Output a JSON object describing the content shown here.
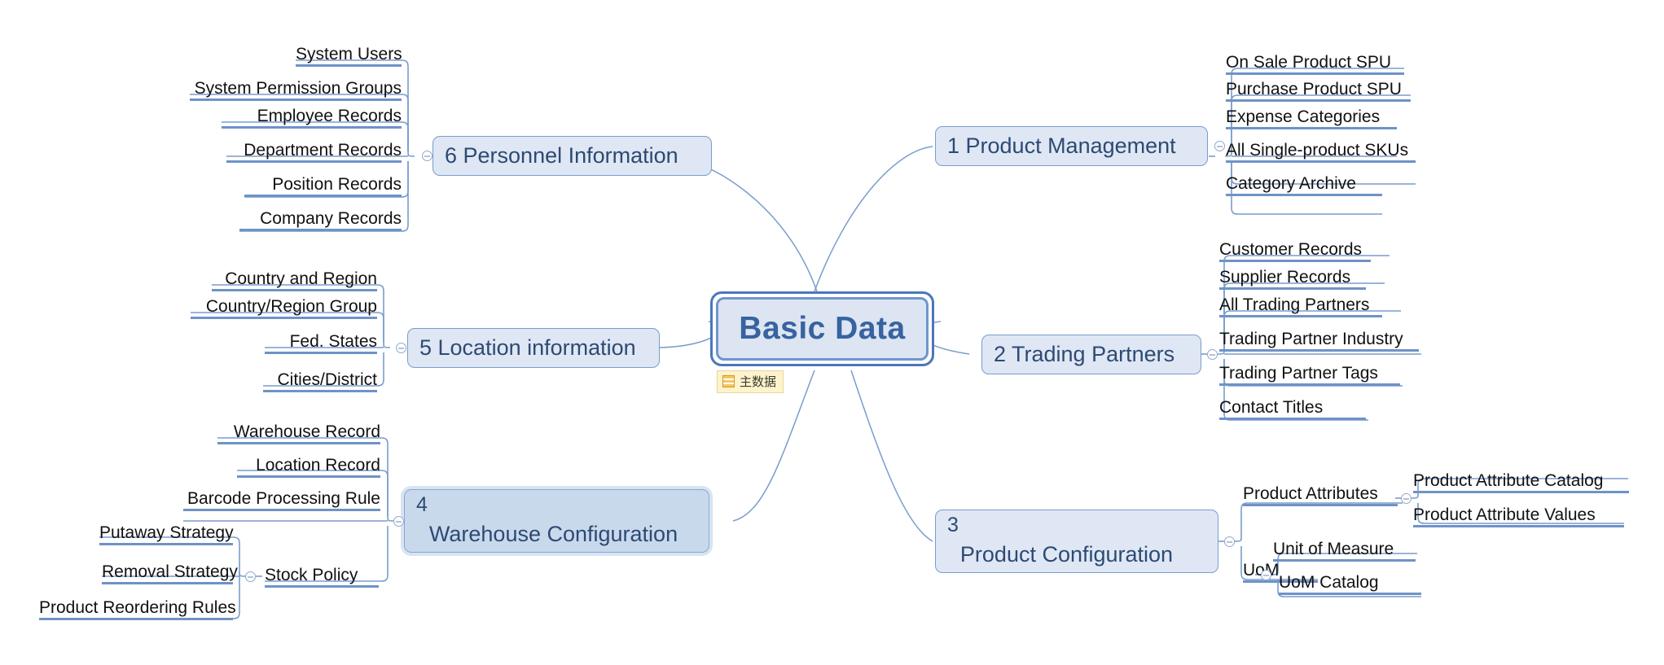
{
  "diagram": {
    "type": "mind-map",
    "title": "Basic Data",
    "background_color": "#ffffff",
    "accent_color": "#6e93c6",
    "node_fill": "#dfe7f4",
    "node_border": "#7a9ccd",
    "node_text_color": "#2d4a73",
    "leaf_text_color": "#111111"
  },
  "root": {
    "label": "Basic Data",
    "note": {
      "text": "主数据",
      "icon": "note-icon",
      "background_color": "#fdf3cc",
      "border_color": "#e6d79a"
    }
  },
  "branches": [
    {
      "id": "product-management",
      "label": "1 Product Management",
      "side": "right",
      "toggle": "collapse-toggle",
      "children": [
        {
          "label": "On Sale Product SPU"
        },
        {
          "label": "Purchase Product SPU"
        },
        {
          "label": "Expense Categories"
        },
        {
          "label": "All Single-product SKUs"
        },
        {
          "label": "Category Archive"
        }
      ]
    },
    {
      "id": "trading-partners",
      "label": "2 Trading Partners",
      "side": "right",
      "toggle": "collapse-toggle",
      "children": [
        {
          "label": "Customer Records"
        },
        {
          "label": "Supplier Records"
        },
        {
          "label": "All Trading Partners"
        },
        {
          "label": "Trading Partner Industry"
        },
        {
          "label": "Trading Partner Tags"
        },
        {
          "label": "Contact Titles"
        }
      ]
    },
    {
      "id": "product-configuration",
      "label": "Product Configuration",
      "number": "3",
      "side": "right",
      "toggle": "collapse-toggle",
      "children": [
        {
          "label": "Product Attributes",
          "toggle": "collapse-toggle",
          "children": [
            {
              "label": "Product Attribute Catalog"
            },
            {
              "label": "Product Attribute Values"
            }
          ]
        },
        {
          "label": "UoM",
          "toggle": "collapse-toggle",
          "children": [
            {
              "label": "Unit of Measure"
            },
            {
              "label": "UoM Catalog"
            }
          ]
        }
      ]
    },
    {
      "id": "warehouse-configuration",
      "label": "Warehouse Configuration",
      "number": "4",
      "side": "left",
      "emphasis": true,
      "toggle": "collapse-toggle",
      "children": [
        {
          "label": "Warehouse Record"
        },
        {
          "label": "Location Record"
        },
        {
          "label": "Barcode Processing Rule"
        },
        {
          "label": "Stock Policy",
          "toggle": "collapse-toggle",
          "children": [
            {
              "label": "Putaway Strategy"
            },
            {
              "label": "Removal Strategy"
            },
            {
              "label": "Product Reordering Rules"
            }
          ]
        }
      ]
    },
    {
      "id": "location-information",
      "label": "5 Location information",
      "side": "left",
      "toggle": "collapse-toggle",
      "children": [
        {
          "label": "Country and Region"
        },
        {
          "label": "Country/Region Group"
        },
        {
          "label": "Fed. States"
        },
        {
          "label": "Cities/District"
        }
      ]
    },
    {
      "id": "personnel-information",
      "label": "6 Personnel Information",
      "side": "left",
      "toggle": "collapse-toggle",
      "children": [
        {
          "label": "System Users"
        },
        {
          "label": "System Permission Groups"
        },
        {
          "label": "Employee Records"
        },
        {
          "label": "Department Records"
        },
        {
          "label": "Position Records"
        },
        {
          "label": "Company Records"
        }
      ]
    }
  ]
}
